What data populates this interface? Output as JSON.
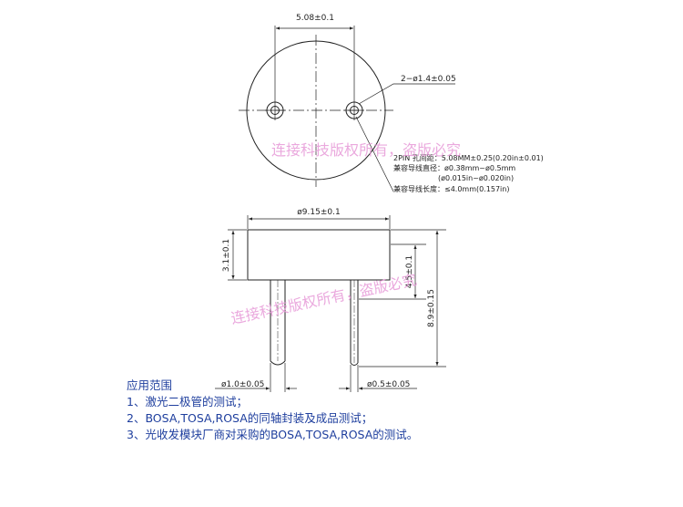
{
  "top_view": {
    "pitch_dim": "5.08±0.1",
    "hole_dim": "2−ø1.4±0.05",
    "notes": [
      "2PIN  孔间距：5.08MM±0.25(0.20in±0.01)",
      "兼容导线直径：ø0.38mm~ø0.5mm",
      "(ø0.015in~ø0.020in)",
      "兼容导线长度：≤4.0mm(0.157in)"
    ]
  },
  "side_view": {
    "diameter_dim": "ø9.15±0.1",
    "height_dim": "3.1±0.1",
    "pin_offset_dim": "4.5±0.1",
    "total_height_dim": "8.9±0.15",
    "left_pin_dim": "ø1.0±0.05",
    "right_pin_dim": "ø0.5±0.05"
  },
  "watermarks": [
    "连接科技版权所有，盗版必究",
    "连接科技版权所有，盗版必究"
  ],
  "applications": {
    "title": "应用范围",
    "items": [
      "1、激光二极管的测试；",
      "2、BOSA,TOSA,ROSA的同轴封装及成品测试；",
      "3、光收发模块厂商对采购的BOSA,TOSA,ROSA的测试。"
    ]
  },
  "colors": {
    "line": "#222222",
    "watermark": "#e79ad8",
    "application_text": "#1f3f9e"
  }
}
